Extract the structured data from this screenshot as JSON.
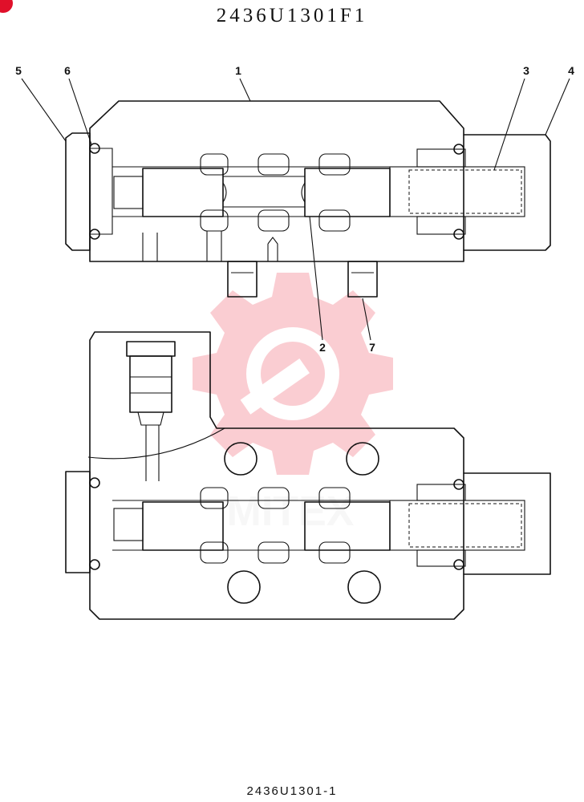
{
  "header": {
    "title": "2436U1301F1"
  },
  "footer": {
    "code": "2436U1301-1"
  },
  "watermark": {
    "text": "MITEX",
    "color": "#f05060"
  },
  "callouts": [
    {
      "id": "1",
      "label": "1"
    },
    {
      "id": "2",
      "label": "2"
    },
    {
      "id": "3",
      "label": "3"
    },
    {
      "id": "4",
      "label": "4"
    },
    {
      "id": "5",
      "label": "5"
    },
    {
      "id": "6",
      "label": "6"
    },
    {
      "id": "7",
      "label": "7"
    }
  ]
}
